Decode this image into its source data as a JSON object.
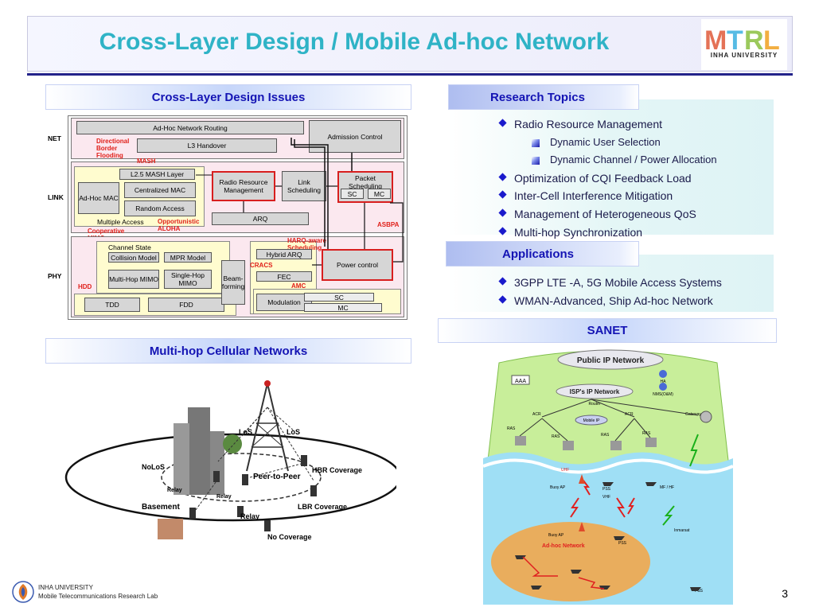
{
  "header": {
    "title": "Cross-Layer Design / Mobile Ad-hoc Network",
    "logo_text": "MTRL",
    "logo_subtitle": "INHA UNIVERSITY"
  },
  "cross_layer": {
    "banner": "Cross-Layer Design Issues",
    "layers": {
      "net": "NET",
      "link": "LINK",
      "phy": "PHY"
    },
    "boxes": {
      "adhoc_routing": "Ad-Hoc Network Routing",
      "l3_handover": "L3 Handover",
      "admission_control": "Admission Control",
      "l25_mash": "L2.5 MASH Layer",
      "adhoc_mac": "Ad-Hoc MAC",
      "centralized_mac": "Centralized MAC",
      "random_access": "Random Access",
      "multiple_access": "Multiple Access",
      "radio_resource_mgmt": "Radio Resource Management",
      "link_scheduling": "Link Scheduling",
      "packet_scheduling": "Packet Scheduling",
      "sc": "SC",
      "mc": "MC",
      "arq": "ARQ",
      "channel_state": "Channel State",
      "collision_model": "Collision Model",
      "mpr_model": "MPR Model",
      "multihop_mimo": "Multi-Hop MIMO",
      "singlehop_mimo": "Single-Hop MIMO",
      "beamforming": "Beam-forming",
      "hybrid_arq": "Hybrid ARQ",
      "fec": "FEC",
      "power_control": "Power control",
      "modulation": "Modulation",
      "mod_sc": "SC",
      "mod_mc": "MC",
      "tdd": "TDD",
      "fdd": "FDD"
    },
    "annotations": {
      "directional_border_flooding": "Directional Border Flooding",
      "mash": "MASH",
      "opportunistic_aloha": "Opportunistic ALOHA",
      "cooperative_mimo": "Cooperative MIMO",
      "harq_aware": "HARQ-aware Scheduling",
      "asbpa": "ASBPA",
      "cracs": "CRACS",
      "hdd": "HDD",
      "amc": "AMC"
    }
  },
  "research": {
    "banner": "Research Topics",
    "items": [
      {
        "label": "Radio Resource Management",
        "level": 1
      },
      {
        "label": "Dynamic User Selection",
        "level": 2
      },
      {
        "label": "Dynamic Channel / Power Allocation",
        "level": 2
      },
      {
        "label": "Optimization of CQI Feedback Load",
        "level": 1
      },
      {
        "label": "Inter-Cell Interference Mitigation",
        "level": 1
      },
      {
        "label": "Management of Heterogeneous QoS",
        "level": 1
      },
      {
        "label": "Multi-hop Synchronization",
        "level": 1
      }
    ]
  },
  "applications": {
    "banner": "Applications",
    "items": [
      "3GPP LTE -A, 5G Mobile Access Systems",
      "WMAN-Advanced, Ship Ad-hoc Network"
    ]
  },
  "sanet": {
    "banner": "SANET",
    "labels": {
      "public_ip": "Public IP Network",
      "isp_ip": "ISP's IP Network",
      "aaa": "AAA",
      "ha": "HA",
      "nms": "NMS(O&M)",
      "router": "Router",
      "acr1": "ACR",
      "acr2": "ACR",
      "mobile_ip": "Mobile IP",
      "gateway": "Gateway",
      "ras1": "RAS",
      "ras2": "RAS",
      "ras3": "RAS",
      "ras4": "RAS",
      "uhf": "UHF",
      "vhf": "VHF",
      "buoy_ap1": "Buoy AP",
      "buoy_ap2": "Buoy AP",
      "pss1": "PSS",
      "pss2": "PSS",
      "pss3": "PSS",
      "mf_hf": "MF / HF",
      "adhoc_network": "Ad-hoc Network",
      "inmarsat": "Inmarsat"
    }
  },
  "multihop": {
    "banner": "Multi-hop Cellular Networks",
    "labels": {
      "los1": "LoS",
      "los2": "LoS",
      "nolos": "NoLoS",
      "relay1": "Relay",
      "relay2": "Relay",
      "relay3": "Relay",
      "peer_to_peer": "Peer-to-Peer",
      "hbr_coverage": "HBR Coverage",
      "lbr_coverage": "LBR Coverage",
      "basement": "Basement",
      "no_coverage": "No Coverage"
    }
  },
  "footer": {
    "university": "INHA UNIVERSITY",
    "lab": "Mobile  Telecommunications  Research  Lab",
    "page": "3"
  }
}
